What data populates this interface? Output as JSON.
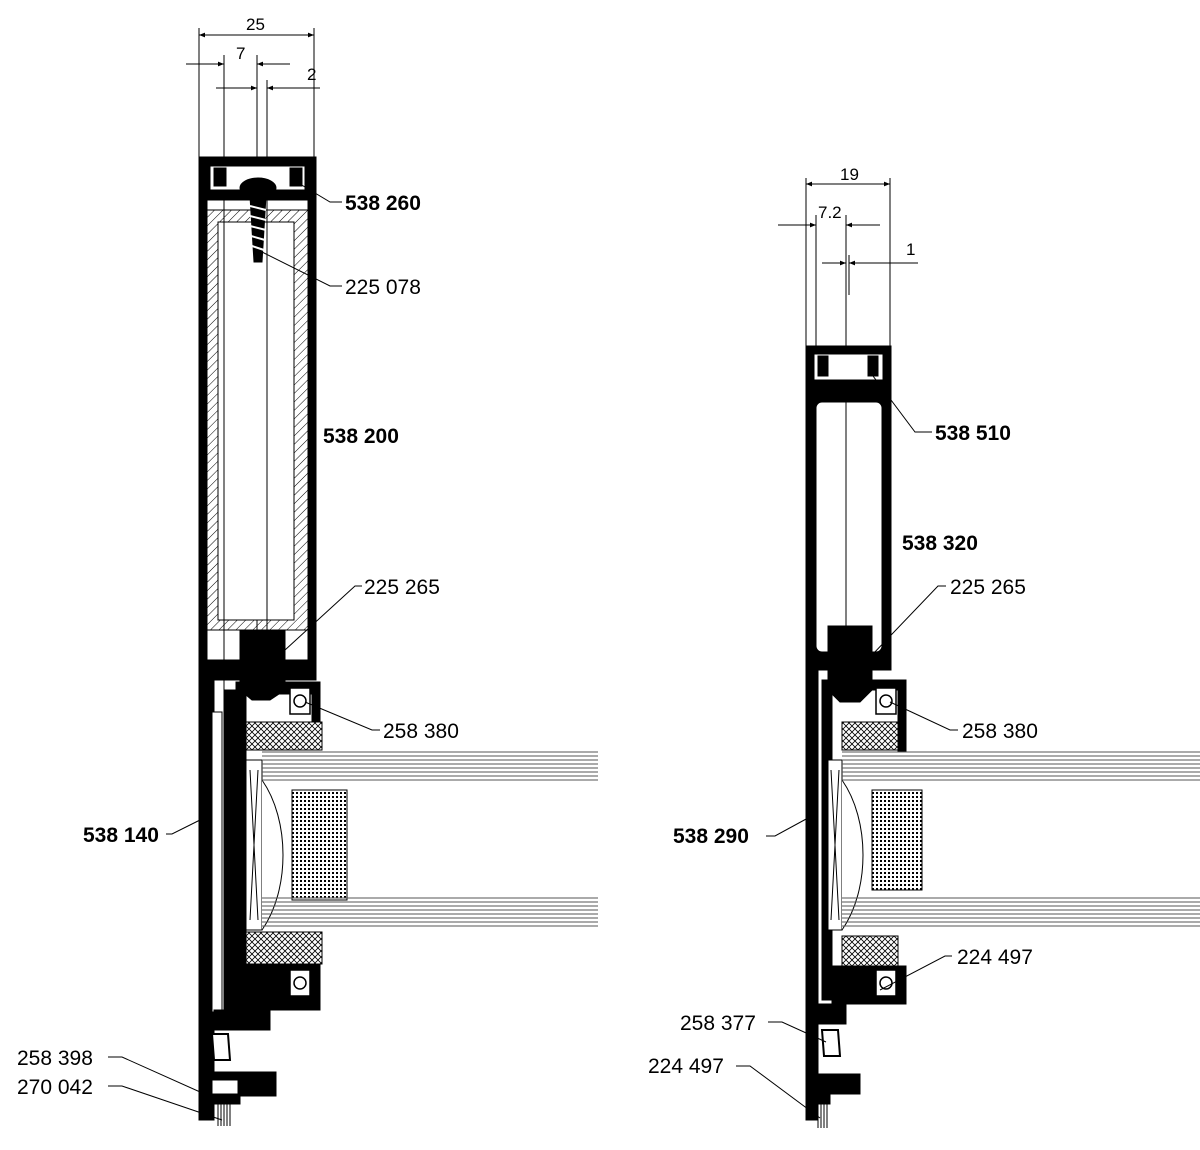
{
  "colors": {
    "ink": "#000000",
    "paper": "#ffffff"
  },
  "left_section": {
    "dims": {
      "overall": "25",
      "offset": "7",
      "small": "2"
    },
    "labels": {
      "l1": "538 260",
      "l2": "225 078",
      "l3": "538 200",
      "l4": "225 265",
      "l5": "258 380",
      "l6": "538 140",
      "l7": "258 398",
      "l8": "270 042"
    }
  },
  "right_section": {
    "dims": {
      "overall": "19",
      "offset": "7.2",
      "small": "1"
    },
    "labels": {
      "r1": "538 510",
      "r2": "538 320",
      "r3": "225 265",
      "r4": "258 380",
      "r5": "538 290",
      "r6": "224 497",
      "r7": "258 377",
      "r8": "224 497"
    }
  }
}
